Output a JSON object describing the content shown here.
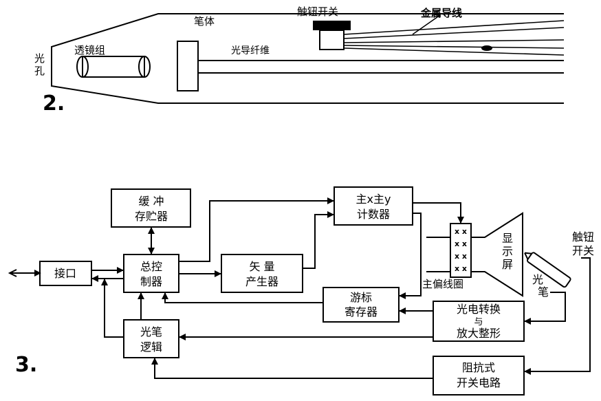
{
  "figure2": {
    "number": "2.",
    "labels": {
      "pen_body": "笔体",
      "touch_switch": "触钮开关",
      "metal_wire": "金属导线",
      "lens_group": "透镜组",
      "optical_fiber": "光导纤维",
      "light_hole": "光孔"
    }
  },
  "figure3": {
    "number": "3.",
    "blocks": {
      "buffer_reg": [
        "缓 冲",
        "存贮器"
      ],
      "main_counter": [
        "主x主y",
        "计数器"
      ],
      "interface": [
        "接口"
      ],
      "control": [
        "总控",
        "制器"
      ],
      "vector_gen": [
        "矢 量",
        "产生器"
      ],
      "cursor_reg": [
        "游标",
        "寄存器"
      ],
      "photo_amp": [
        "光电转换",
        "与",
        "放大整形"
      ],
      "pen_logic": [
        "光笔",
        "逻辑"
      ],
      "switch_circuit": [
        "阻抗式",
        "开关电路"
      ]
    },
    "labels": {
      "display": [
        "显",
        "示",
        "屏"
      ],
      "deflection_coil": "主偏线圈",
      "touch_switch": [
        "触钮",
        "开关"
      ],
      "light_pen": [
        "光",
        "笔"
      ],
      "coil_marks": [
        "x x",
        "x x",
        "x x",
        "x x"
      ]
    }
  }
}
